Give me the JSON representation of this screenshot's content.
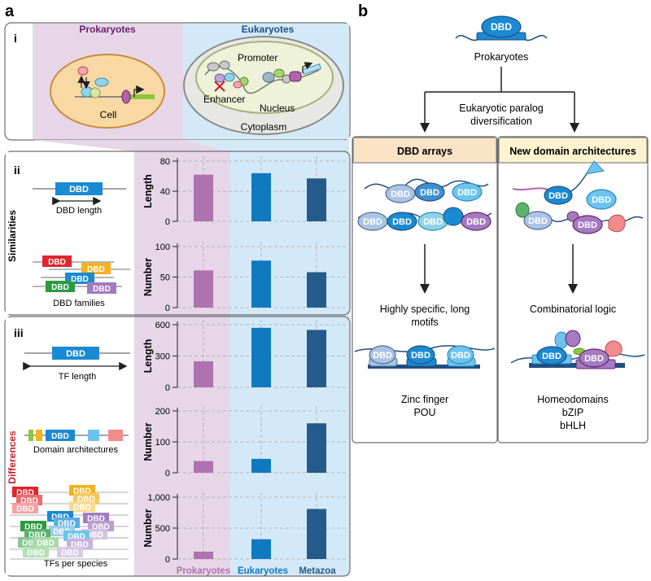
{
  "panel_a": {
    "letter": "a",
    "i": {
      "roman": "i",
      "prok_heading": "Prokaryotes",
      "euk_heading": "Eukaryotes",
      "cell_label": "Cell",
      "promoter_label": "Promoter",
      "enhancer_label": "Enhancer",
      "nucleus_label": "Nucleus",
      "cytoplasm_label": "Cytoplasm"
    },
    "ii": {
      "roman": "ii",
      "side_label": "Similarities",
      "dbd_length_label": "DBD length",
      "dbd_families_label": "DBD families"
    },
    "iii": {
      "roman": "iii",
      "side_label": "Differences",
      "tf_length_label": "TF length",
      "domain_arch_label": "Domain architectures",
      "tfs_per_species_label": "TFs per species"
    },
    "dbd": "DBD",
    "colors": {
      "prok_bg": "#e6d6e8",
      "euk_bg": "#d4e9f7",
      "prok_bar": "#b072ae",
      "euk_bar": "#1179c2",
      "metazoa_bar": "#245b8a",
      "prok_text": "#6a1f6e",
      "euk_text": "#1f4f82",
      "diff_text": "#c8212b"
    }
  },
  "chart_data": [
    {
      "type": "bar",
      "categories": [
        "Prokaryotes",
        "Eukaryotes",
        "Metazoa"
      ],
      "values": [
        62,
        64,
        57
      ],
      "ylabel": "Length",
      "ylim": [
        0,
        80
      ],
      "yticks": [
        "0",
        "40",
        "80"
      ]
    },
    {
      "type": "bar",
      "categories": [
        "Prokaryotes",
        "Eukaryotes",
        "Metazoa"
      ],
      "values": [
        61,
        77,
        58
      ],
      "ylabel": "Number",
      "ylim": [
        0,
        100
      ],
      "yticks": [
        "0",
        "50",
        "100"
      ]
    },
    {
      "type": "bar",
      "categories": [
        "Prokaryotes",
        "Eukaryotes",
        "Metazoa"
      ],
      "values": [
        250,
        570,
        550
      ],
      "ylabel": "Length",
      "ylim": [
        0,
        600
      ],
      "yticks": [
        "0",
        "300",
        "600"
      ]
    },
    {
      "type": "bar",
      "categories": [
        "Prokaryotes",
        "Eukaryotes",
        "Metazoa"
      ],
      "values": [
        38,
        45,
        160
      ],
      "ylabel": "Number",
      "ylim": [
        0,
        200
      ],
      "yticks": [
        "0",
        "100",
        "200"
      ]
    },
    {
      "type": "bar",
      "categories": [
        "Prokaryotes",
        "Eukaryotes",
        "Metazoa"
      ],
      "values": [
        120,
        320,
        810
      ],
      "ylabel": "Number",
      "ylim": [
        0,
        1000
      ],
      "yticks": [
        "0",
        "500",
        "1,000"
      ]
    }
  ],
  "x_category_labels": [
    "Prokaryotes",
    "Eukaryotes",
    "Metazoa"
  ],
  "panel_b": {
    "letter": "b",
    "top_dbd": "DBD",
    "prokaryotes_label": "Prokaryotes",
    "diversification_line1": "Eukaryotic paralog",
    "diversification_line2": "diversification",
    "left_header": "DBD arrays",
    "right_header": "New domain architectures",
    "left_result_line1": "Highly specific, long",
    "left_result_line2": "motifs",
    "right_result": "Combinatorial logic",
    "left_examples": [
      "Zinc finger",
      "POU"
    ],
    "right_examples": [
      "Homeodomains",
      "bZIP",
      "bHLH"
    ],
    "colors": {
      "header_bg": "#fbe3c6",
      "header_bg_right": "#fdf3cf",
      "dbd_blue": "#1a8ad2"
    }
  }
}
